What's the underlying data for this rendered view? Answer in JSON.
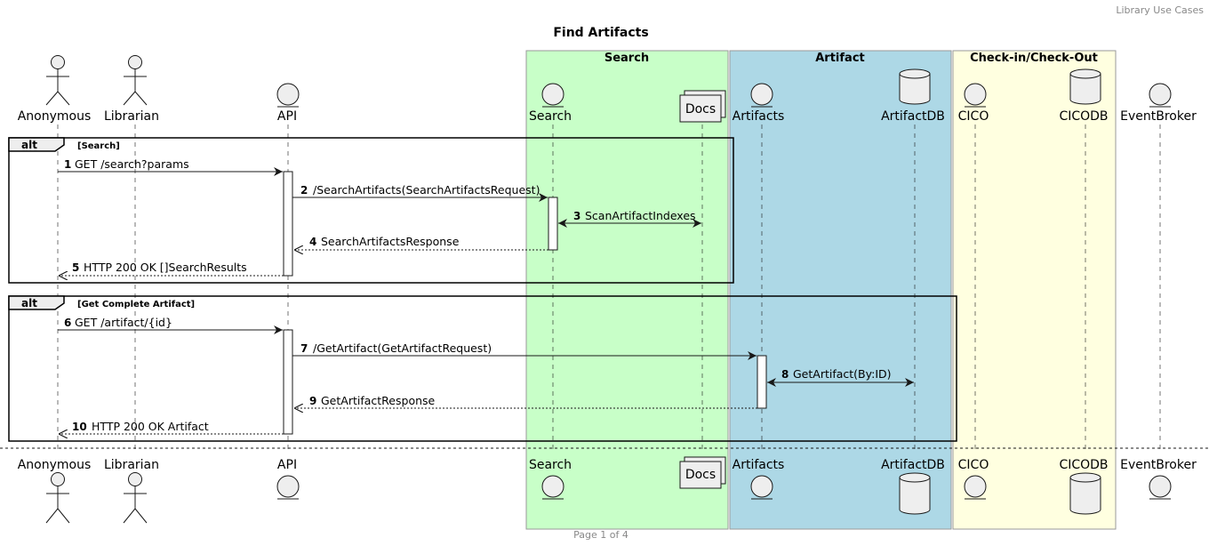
{
  "header_right": "Library Use Cases",
  "title": "Find Artifacts",
  "footer": "Page 1 of 4",
  "boxes": [
    {
      "title": "Search",
      "color": "#c8ffc8"
    },
    {
      "title": "Artifact",
      "color": "#add8e6"
    },
    {
      "title": "Check-in/Check-Out",
      "color": "#ffffe0"
    }
  ],
  "participants": [
    {
      "name": "Anonymous",
      "kind": "actor"
    },
    {
      "name": "Librarian",
      "kind": "actor"
    },
    {
      "name": "API",
      "kind": "entity"
    },
    {
      "name": "Search",
      "kind": "entity"
    },
    {
      "name": "Docs",
      "kind": "collections"
    },
    {
      "name": "Artifacts",
      "kind": "entity"
    },
    {
      "name": "ArtifactDB",
      "kind": "database"
    },
    {
      "name": "CICO",
      "kind": "entity"
    },
    {
      "name": "CICODB",
      "kind": "database"
    },
    {
      "name": "EventBroker",
      "kind": "entity"
    }
  ],
  "groups": [
    {
      "keyword": "alt",
      "condition": "[Search]"
    },
    {
      "keyword": "alt",
      "condition": "[Get Complete Artifact]"
    }
  ],
  "messages": [
    {
      "num": "1",
      "text": "GET /search?params",
      "from": "Anonymous",
      "to": "API",
      "style": "sync"
    },
    {
      "num": "2",
      "text": "/SearchArtifacts(SearchArtifactsRequest)",
      "from": "API",
      "to": "Search",
      "style": "sync"
    },
    {
      "num": "3",
      "text": "ScanArtifactIndexes",
      "from": "Search",
      "to": "Docs",
      "style": "both"
    },
    {
      "num": "4",
      "text": "SearchArtifactsResponse",
      "from": "Search",
      "to": "API",
      "style": "reply"
    },
    {
      "num": "5",
      "text": "HTTP 200 OK []SearchResults",
      "from": "API",
      "to": "Anonymous",
      "style": "reply"
    },
    {
      "num": "6",
      "text": "GET /artifact/{id}",
      "from": "Anonymous",
      "to": "API",
      "style": "sync"
    },
    {
      "num": "7",
      "text": "/GetArtifact(GetArtifactRequest)",
      "from": "API",
      "to": "Artifacts",
      "style": "sync"
    },
    {
      "num": "8",
      "text": "GetArtifact(By:ID)",
      "from": "Artifacts",
      "to": "ArtifactDB",
      "style": "both"
    },
    {
      "num": "9",
      "text": "GetArtifactResponse",
      "from": "Artifacts",
      "to": "API",
      "style": "reply"
    },
    {
      "num": "10",
      "text": "HTTP 200 OK Artifact",
      "from": "API",
      "to": "Anonymous",
      "style": "reply"
    }
  ]
}
